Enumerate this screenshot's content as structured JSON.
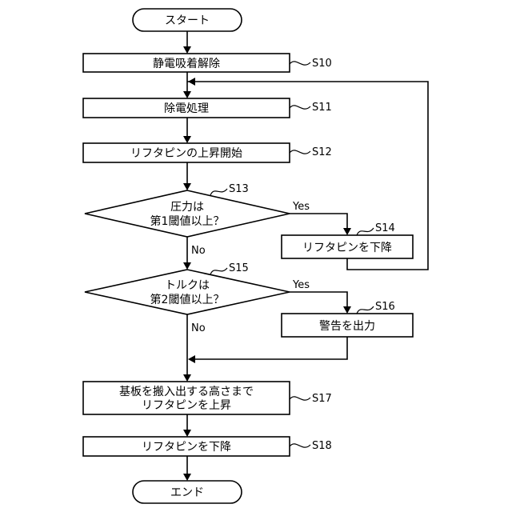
{
  "flowchart": {
    "start": "スタート",
    "end": "エンド",
    "steps": {
      "s10": {
        "label": "静電吸着解除",
        "id": "S10"
      },
      "s11": {
        "label": "除電処理",
        "id": "S11"
      },
      "s12": {
        "label": "リフタピンの上昇開始",
        "id": "S12"
      },
      "s13": {
        "line1": "圧力は",
        "line2": "第1閾値以上？",
        "id": "S13"
      },
      "s14": {
        "label": "リフタピンを下降",
        "id": "S14"
      },
      "s15": {
        "line1": "トルクは",
        "line2": "第2閾値以上？",
        "id": "S15"
      },
      "s16": {
        "label": "警告を出力",
        "id": "S16"
      },
      "s17": {
        "line1": "基板を搬入出する高さまで",
        "line2": "リフタピンを上昇",
        "id": "S17"
      },
      "s18": {
        "label": "リフタピンを下降",
        "id": "S18"
      }
    },
    "branches": {
      "s13_yes": "Yes",
      "s13_no": "No",
      "s15_yes": "Yes",
      "s15_no": "No"
    }
  }
}
